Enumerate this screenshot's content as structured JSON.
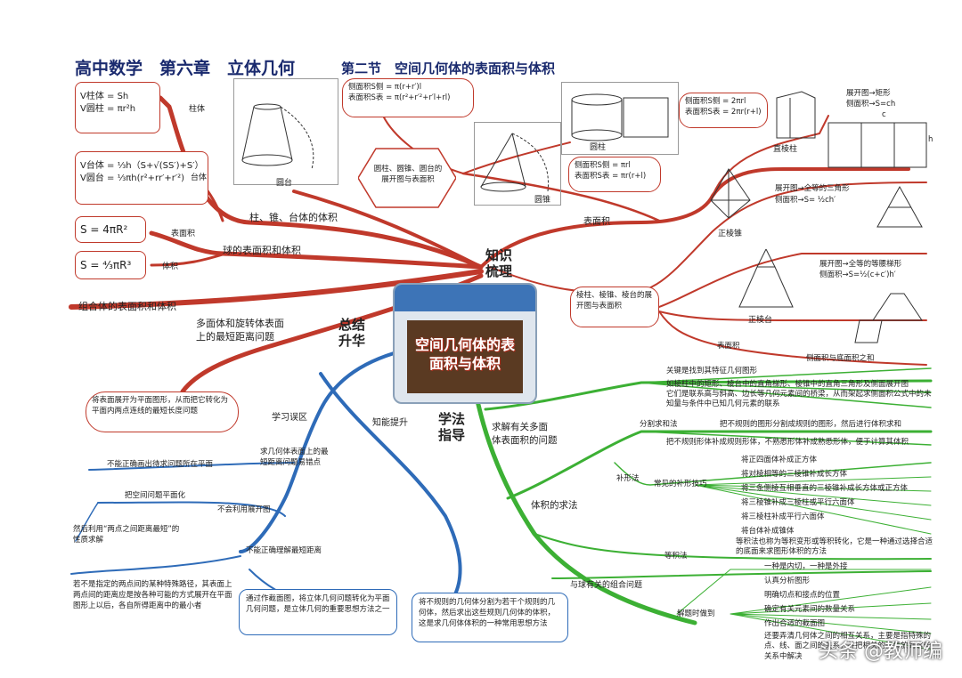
{
  "header": {
    "title": "高中数学　第六章　立体几何",
    "subtitle": "第二节　空间几何体的表面积与体积"
  },
  "center": {
    "card_text": "空间几何体的表面积与体积"
  },
  "hubs": {
    "knowledge": "知识\n梳理",
    "summary": "总结\n升华",
    "method": "学法\n指导"
  },
  "left_branch": {
    "volumes_label": "柱、锥、台体的体积",
    "prism_label": "柱体",
    "frustum_label": "台体",
    "prism_formula1": "V柱体 = Sh",
    "prism_formula2": "V圆柱 = πr²h",
    "frustum_formula1": "V台体 = ⅓h（S+√(SS′)+S′）",
    "frustum_formula2": "V圆台 = ⅓πh(r²+rr′+r′²)",
    "sphere_label": "球的表面积和体积",
    "sphere_area_label": "表面积",
    "sphere_area_formula": "S = 4πR²",
    "sphere_vol_label": "体积",
    "sphere_vol_formula": "S = ⁴⁄₃πR³",
    "combined_label": "组合体的表面积和体积",
    "shortest_label": "多面体和旋转体表面\n上的最短距离问题",
    "shortest_box": "将表面展开为平面图形，从而把它转化为平面内两点连线的最短长度问题"
  },
  "top_branch": {
    "frustum_fig": "圆台",
    "frustum_area1": "侧面积S侧 = π(r+r′)l",
    "frustum_area2": "表面积S表 = π(r²+r′²+r′l+rl)",
    "unfold_box": "圆柱、圆锥、圆台的展开图与表面积",
    "cone_fig": "圆锥",
    "cone_area1": "侧面积S侧 = πrl",
    "cone_area2": "表面积S表 = πr(r+l)",
    "cyl_fig": "圆柱",
    "cyl_area1": "侧面积S侧 = 2πrl",
    "cyl_area2": "表面积S表 = 2πr(r+l)",
    "surface_label": "表面积",
    "prism_fig": "直棱柱",
    "prism_note1": "展开图→矩形",
    "prism_note2": "侧面积→S=ch",
    "c_label": "c",
    "h_label": "h"
  },
  "right_branch": {
    "poly_box": "棱柱、棱锥、棱台的展开图与表面积",
    "pyramid_fig": "正棱锥",
    "pyramid_note1": "展开图→全等的三角形",
    "pyramid_note2": "侧面积→S= ½ch′",
    "frust_fig": "正棱台",
    "frust_note1": "展开图→全等的等腰梯形",
    "frust_note2": "侧面积→S=½(c+c′)h′",
    "surface_label": "表面积",
    "side_base_label": "侧面积与底面积之和"
  },
  "method_branch": {
    "surface_q": "求解有关多面\n体表面积的问题",
    "tips": [
      "关键是找到其特征几何图形",
      "如棱柱中的矩形、棱台中的直角梯形、棱锥中的直角三角形及侧面展开图",
      "它们是联系高与斜高、边长等几何元素间的桥梁，从而架起求侧面积公式中的未知量与条件中已知几何元素的联系"
    ],
    "volume_label": "体积的求法",
    "split_label": "分割求和法",
    "split_text": "把不规则的图形分割成规则的图形，然后进行体积求和",
    "fill_text": "把不规则形体补成规则形体，不熟悉形体补成熟悉形体，便于计算其体积",
    "fill_label": "补形法",
    "fill_tech_label": "常见的补形技巧",
    "fill_items": [
      "将正四面体补成正方体",
      "将对棱相等的三棱锥补成长方体",
      "将三条侧棱互相垂直的三棱锥补成长方体或正方体",
      "将三棱锥补成三棱柱或平行六面体",
      "将三棱柱补成平行六面体",
      "将台体补成锥体"
    ],
    "equal_label": "等积法",
    "equal_text": "等积法也称为等积变形或等积转化，它是一种通过选择合适的底面来求图形体积的方法",
    "sphere_q": "与球有关的组合问题",
    "tangent_text": "一种是内切，一种是外接",
    "solve_label": "解题时做到",
    "solve_items": [
      "认真分析图形",
      "明确切点和接点的位置",
      "确定有关元素间的数量关系",
      "作出合适的截面图",
      "还要弄清几何体之间的相互关系，主要是指特殊的点、线、面之间的关系，并把相关的元素放到这些关系中解决"
    ]
  },
  "summary_branch": {
    "mistakes_label": "学习误区",
    "ability_label": "知能提升",
    "err_title": "求几何体表面上的最\n短距离问题易错点",
    "err1": "不能正确画出待求问题所在平面",
    "flatten_label": "把空间问题平面化",
    "err2": "不会利用展开图",
    "err2_detail": "然后利用“两点之间距离最短”的\n性质求解",
    "err3": "不能正确理解最短距离",
    "err3_detail": "若不是指定的两点间的某种特殊路径，其表面上两点间的距离应是按各种可能的方式展开在平面图形上以后，各自所得距离中的最小者",
    "ability1": "通过作截面图，将立体几何问题转化为平面几何问题，是立体几何的重要思想方法之一",
    "ability2": "将不规则的几何体分割为若干个规则的几何体，然后求出这些规则几何体的体积，这是求几何体体积的一种常用思想方法"
  },
  "watermark": "头条 @教师编",
  "colors": {
    "red": "#c0392b",
    "blue": "#2e6bb8",
    "green": "#3cb034",
    "title": "#1a2a6e"
  }
}
